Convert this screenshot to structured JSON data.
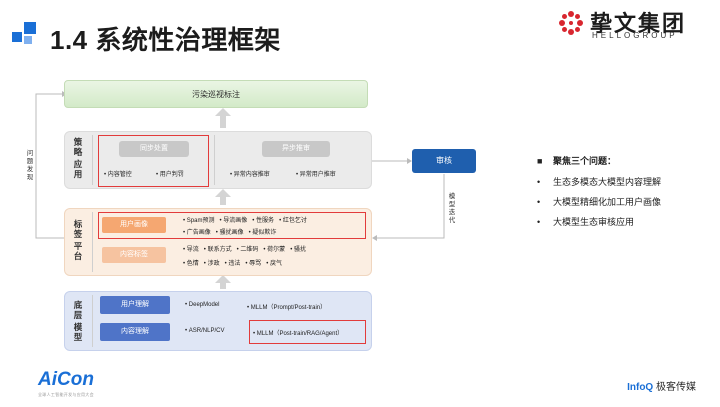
{
  "header": {
    "title": "1.4 系统性治理框架",
    "logo_cn": "挚文集团",
    "logo_en": "HELLOGROUP"
  },
  "diagram": {
    "top_box": "污染巡视标注",
    "layers": {
      "strategy": {
        "label": [
          "策",
          "略",
          "应",
          "用"
        ],
        "sync_btn": "同步处置",
        "async_btn": "异步推审",
        "sync_items": [
          "内容管控",
          "用户判罚"
        ],
        "async_items": [
          "异常内容推审",
          "异常用户推审"
        ]
      },
      "tag": {
        "label": [
          "标",
          "签",
          "平",
          "台"
        ],
        "user_portrait_btn": "用户画像",
        "content_tag_btn": "内容标签",
        "user_rows": [
          [
            "Spam预测",
            "导流画像",
            "性服务",
            "红包乞讨"
          ],
          [
            "广告画像",
            "骚扰画像",
            "疑似欺诈"
          ]
        ],
        "content_rows": [
          [
            "导流",
            "联系方式",
            "二维码",
            "荷尔蒙",
            "骚扰"
          ],
          [
            "色情",
            "涉政",
            "违法",
            "辱骂",
            "戾气"
          ]
        ]
      },
      "base": {
        "label": [
          "底",
          "层",
          "模",
          "型"
        ],
        "user_understand_btn": "用户理解",
        "content_understand_btn": "内容理解",
        "user_items": [
          "DeepModel",
          "MLLM（Prompt/Post-train）"
        ],
        "content_items": [
          "ASR/NLP/CV",
          "MLLM（Post-train/RAG/Agent）"
        ]
      }
    },
    "review_box": "审核",
    "left_vertical_label": [
      "问",
      "题",
      "发",
      "现"
    ],
    "right_vertical_label": [
      "模",
      "型",
      "迭",
      "代"
    ]
  },
  "focus": {
    "heading": "聚焦三个问题：",
    "items": [
      "生态多模态大模型内容理解",
      "大模型精细化加工用户画像",
      "大模型生态审核应用"
    ]
  },
  "footer": {
    "aicon": "AiCon",
    "aicon_sub": "全球人工智能开发与应用大会",
    "infoq_brand": "InfoQ",
    "infoq_text": "极客传媒"
  },
  "colors": {
    "accent_blue": "#1a6fd6",
    "review_blue": "#1f5fae",
    "highlight_red": "#e23b3b",
    "tag_orange": "#f5a771",
    "base_blue": "#4f74c8"
  }
}
